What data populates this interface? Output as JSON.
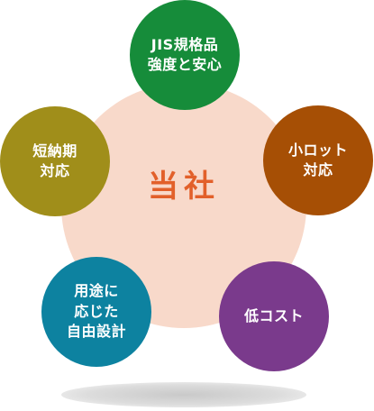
{
  "center": {
    "label": "当社",
    "color": "#f8d9ca",
    "text_color": "#e2602a"
  },
  "nodes": {
    "top": {
      "label": "JIS規格品\n強度と安心",
      "color": "#168c3a"
    },
    "right": {
      "label": "小ロット\n対応",
      "color": "#a64f05"
    },
    "bottom_right": {
      "label": "低コスト",
      "color": "#7a3a8c"
    },
    "bottom_left": {
      "label": "用途に\n応じた\n自由設計",
      "color": "#0d82a0"
    },
    "left": {
      "label": "短納期\n対応",
      "color": "#a08e1a"
    }
  }
}
